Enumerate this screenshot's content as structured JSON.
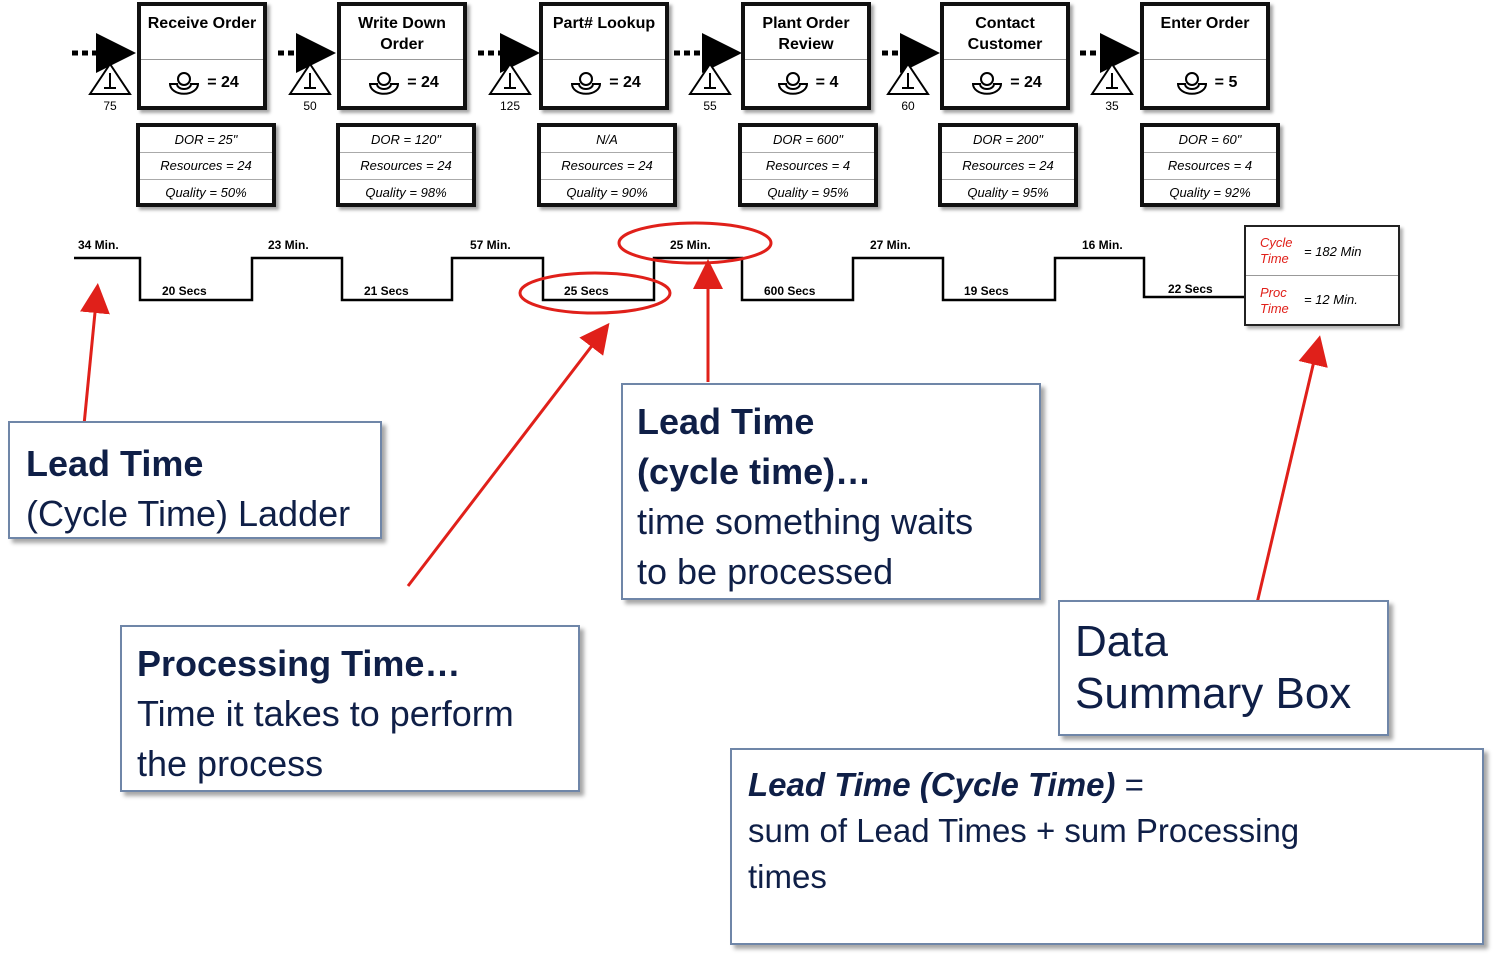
{
  "processes": [
    {
      "name": "Receive Order",
      "operators": "= 24"
    },
    {
      "name": "Write Down Order",
      "operators": "= 24"
    },
    {
      "name": "Part# Lookup",
      "operators": "= 24"
    },
    {
      "name": "Plant Order Review",
      "operators": "= 4"
    },
    {
      "name": "Contact Customer",
      "operators": "= 24"
    },
    {
      "name": "Enter Order",
      "operators": "= 5"
    }
  ],
  "data_boxes": [
    {
      "dor": "DOR = 25\"",
      "resources": "Resources = 24",
      "quality": "Quality = 50%"
    },
    {
      "dor": "DOR = 120\"",
      "resources": "Resources = 24",
      "quality": "Quality = 98%"
    },
    {
      "dor": "N/A",
      "resources": "Resources = 24",
      "quality": "Quality = 90%"
    },
    {
      "dor": "DOR = 600\"",
      "resources": "Resources = 4",
      "quality": "Quality = 95%"
    },
    {
      "dor": "DOR = 200\"",
      "resources": "Resources = 24",
      "quality": "Quality = 95%"
    },
    {
      "dor": "DOR = 60\"",
      "resources": "Resources = 4",
      "quality": "Quality = 92%"
    }
  ],
  "inventory": [
    "75",
    "50",
    "125",
    "55",
    "60",
    "35"
  ],
  "ladder": {
    "lead_times": [
      "34 Min.",
      "23 Min.",
      "57 Min.",
      "25 Min.",
      "27 Min.",
      "16 Min."
    ],
    "processing_times": [
      "20 Secs",
      "21 Secs",
      "25 Secs",
      "600 Secs",
      "19 Secs",
      "22 Secs"
    ]
  },
  "summary": {
    "cycle_label": "Cycle Time",
    "cycle_value": "= 182 Min",
    "proc_label": "Proc Time",
    "proc_value": "= 12 Min."
  },
  "callouts": {
    "lead_ladder": {
      "heading": "Lead Time",
      "body": "(Cycle Time) Ladder"
    },
    "lead_wait": {
      "heading1": "Lead Time",
      "heading2": "(cycle time)…",
      "body1": "time something waits",
      "body2": "to be processed"
    },
    "processing": {
      "heading": "Processing Time…",
      "body1": "Time it takes to perform",
      "body2": "the process"
    },
    "summary_box": {
      "line1": "Data",
      "line2": "Summary Box"
    },
    "formula": {
      "term": "Lead Time (Cycle Time)",
      "equals": " =",
      "body1": "sum of Lead Times + sum Processing",
      "body2": "times"
    }
  },
  "colors": {
    "accent": "#e0201a",
    "callout_border": "#6f86a8",
    "callout_text": "#0f1f47"
  }
}
